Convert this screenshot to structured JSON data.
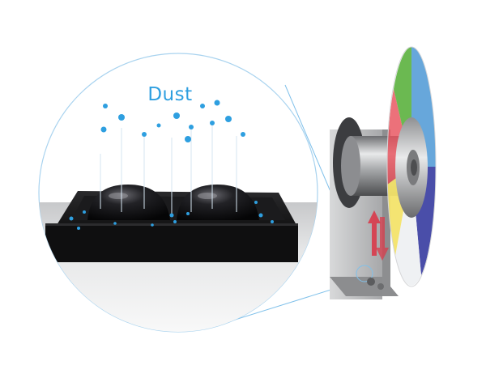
{
  "labels": {
    "dust": "Dust"
  },
  "colors": {
    "dust": "#2e9fe0",
    "callout_line": "#7fc0ea",
    "wheel_red": "#e8525d",
    "wheel_green": "#63b548",
    "wheel_blue": "#5a9fd8",
    "wheel_navy": "#3b3fa2",
    "wheel_yellow": "#f3e36a",
    "wheel_white": "#eef0f2",
    "arrow_red": "#d93a4a"
  },
  "icons": [
    "color-wheel-illustration",
    "magnified-lens-illustration",
    "up-down-arrow-icon"
  ]
}
